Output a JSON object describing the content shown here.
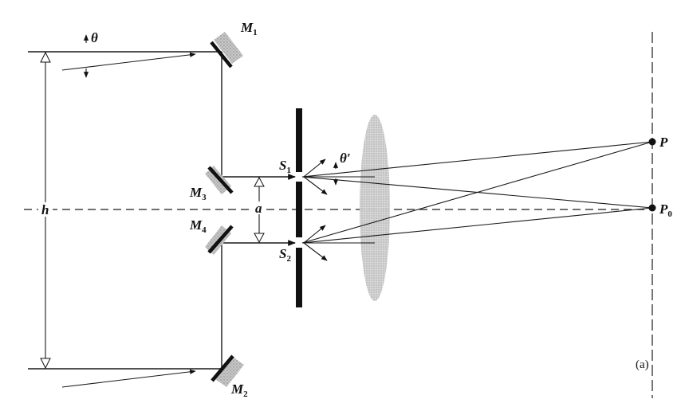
{
  "labels": {
    "theta": "θ",
    "theta_prime": "θ′",
    "m1": "M",
    "m1_sub": "1",
    "m2": "M",
    "m2_sub": "2",
    "m3": "M",
    "m3_sub": "3",
    "m4": "M",
    "m4_sub": "4",
    "s1": "S",
    "s1_sub": "1",
    "s2": "S",
    "s2_sub": "2",
    "p": "P",
    "p0": "P",
    "p0_sub": "0",
    "h": "h",
    "a": "a",
    "panel": "(a)"
  }
}
